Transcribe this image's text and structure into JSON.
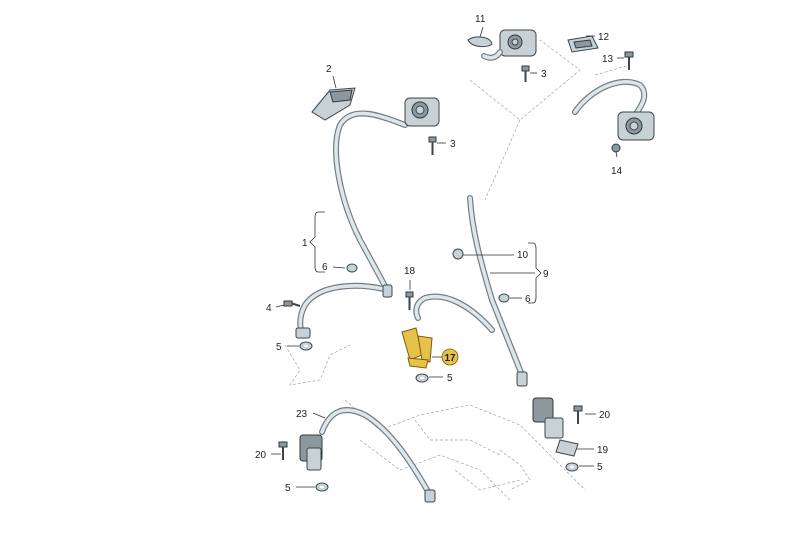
{
  "callouts": {
    "c1": "1",
    "c2": "2",
    "c3a": "3",
    "c3b": "3",
    "c4": "4",
    "c5a": "5",
    "c5b": "5",
    "c5c": "5",
    "c5d": "5",
    "c6a": "6",
    "c6b": "6",
    "c9": "9",
    "c10": "10",
    "c11": "11",
    "c12": "12",
    "c13": "13",
    "c14": "14",
    "c17": "17",
    "c18": "18",
    "c19": "19",
    "c20a": "20",
    "c20b": "20",
    "c23": "23"
  },
  "highlight_color": "#e7c24a",
  "belt_color": "#6f7d84"
}
